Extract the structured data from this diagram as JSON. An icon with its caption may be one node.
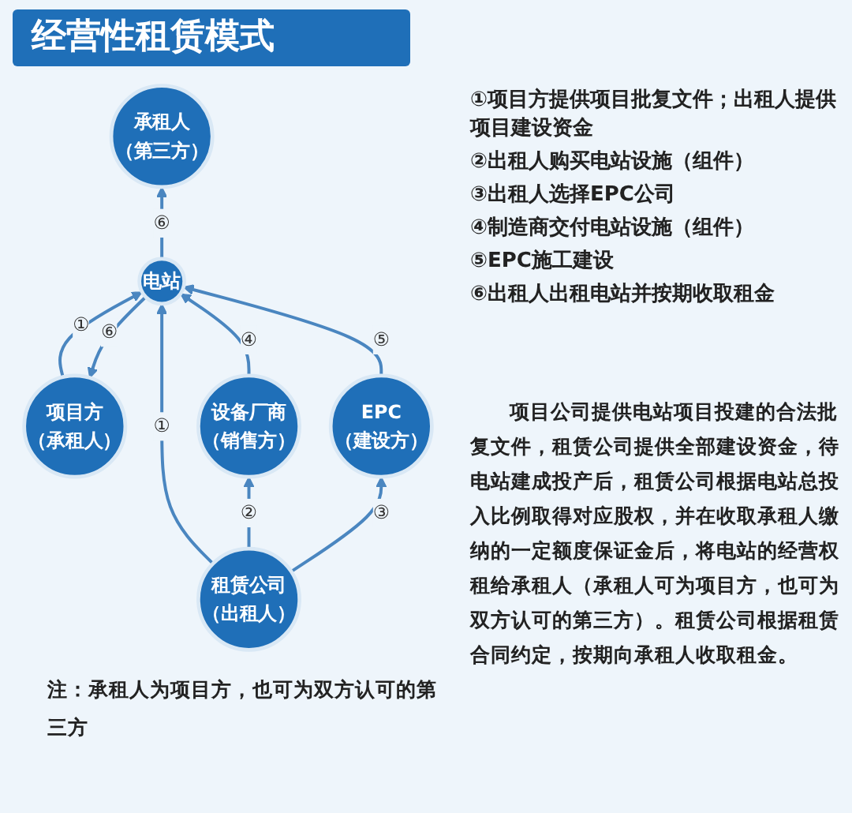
{
  "diagram": {
    "title": "经营性租赁模式",
    "nodes": [
      {
        "text": [
          "项目方",
          "（承租人）"
        ]
      },
      {
        "text": [
          "电站"
        ]
      },
      {
        "text": [
          "承租人",
          "（第三方）"
        ]
      },
      {
        "text": [
          "设备厂商",
          "（销售方）"
        ]
      },
      {
        "text": [
          "EPC",
          "（建设方）"
        ]
      },
      {
        "text": [
          "租赁公司",
          "（出租人）"
        ]
      }
    ],
    "edges": [
      {
        "from": 0,
        "to": 1,
        "arrow": "to",
        "label": "①"
      },
      {
        "from": 1,
        "to": 0,
        "arrow": "to",
        "label": "⑥"
      },
      {
        "from": 1,
        "to": 2,
        "arrow": "to",
        "label": "⑥"
      },
      {
        "from": 3,
        "to": 1,
        "arrow": "to",
        "label": "④"
      },
      {
        "from": 4,
        "to": 1,
        "arrow": "to",
        "label": "⑤"
      },
      {
        "from": 5,
        "to": 1,
        "arrow": "to",
        "label": "①"
      },
      {
        "from": 5,
        "to": 3,
        "arrow": "to",
        "label": "②"
      },
      {
        "from": 5,
        "to": 4,
        "arrow": "to",
        "label": "③"
      }
    ],
    "labels": [
      "①项目方提供项目批复文件；出租人提供项目建设资金",
      "②出租人购买电站设施（组件）",
      "③出租人选择EPC公司",
      "④制造商交付电站设施（组件）",
      "⑤EPC施工建设",
      "⑥出租人出租电站并按期收取租金",
      "项目公司提供电站项目投建的合法批复文件，租赁公司提供全部建设资金，待电站建成投产后，租赁公司根据电站总投入比例取得对应股权，并在收取承租人缴纳的一定额度保证金后，将电站的经营权租给承租人（承租人可为项目方，也可为双方认可的第三方）。租赁公司根据租赁合同约定，按期向承租人收取租金。",
      "注：承租人为项目方，也可为双方认可的第三方"
    ]
  }
}
